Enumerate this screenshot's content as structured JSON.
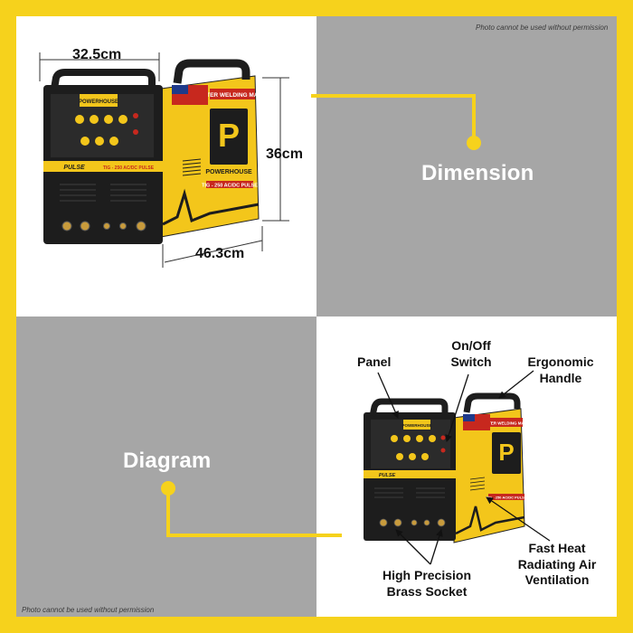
{
  "copyright_notice_top": "Photo cannot be used without permission",
  "copyright_notice_bottom": "Photo cannot be used without permission",
  "dimension_section": {
    "label": "Dimension",
    "width": "32.5cm",
    "height": "36cm",
    "depth": "46.3cm"
  },
  "diagram_section": {
    "label": "Diagram",
    "callouts": {
      "panel": "Panel",
      "on_off_line1": "On/Off",
      "on_off_line2": "Switch",
      "handle_line1": "Ergonomic",
      "handle_line2": "Handle",
      "vent_line1": "Fast Heat",
      "vent_line2": "Radiating Air",
      "vent_line3": "Ventilation",
      "socket_line1": "High Precision",
      "socket_line2": "Brass Socket"
    }
  },
  "product": {
    "brand": "POWERHOUSE",
    "logo_letter": "P",
    "series": "PULSE",
    "model": "TIG - 250 AC/DC PULSE",
    "type": "INVERTER WELDING MACHINE"
  },
  "colors": {
    "frame_yellow": "#f6d21c",
    "panel_grey": "#a6a6a6",
    "body_yellow": "#f3c61b",
    "body_black": "#1d1d1d"
  }
}
